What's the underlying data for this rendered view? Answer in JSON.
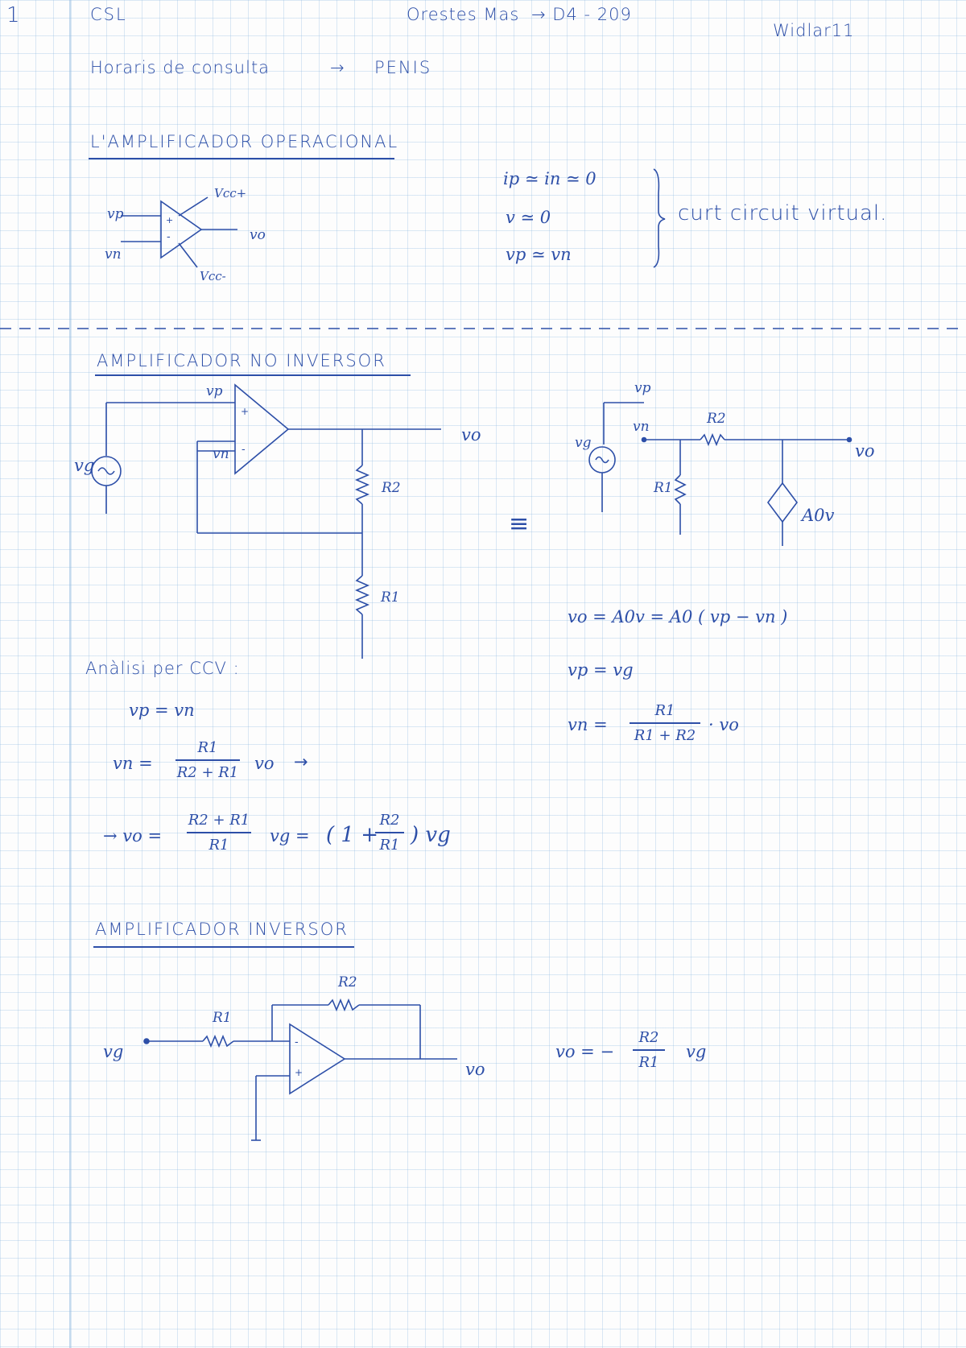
{
  "header": {
    "page_number": "1",
    "course": "CSL",
    "teacher": "Orestes Mas",
    "office": "→ D4 - 209",
    "author_mark": "Widlar11"
  },
  "consult": {
    "label": "Horaris de consulta",
    "arrow": "→",
    "value": "PENIS"
  },
  "section1": {
    "title": "L'AMPLIFICADOR OPERACIONAL",
    "diagram": {
      "vp": "vp",
      "vn": "vn",
      "vo": "vo",
      "vcc_plus": "Vcc+",
      "vcc_minus": "Vcc-",
      "plus": "+",
      "minus": "-"
    },
    "equations": [
      "ip ≃ in ≃ 0",
      "v ≃ 0",
      "vp ≃ vn"
    ],
    "brace_label": "curt circuit virtual."
  },
  "section2": {
    "title": "AMPLIFICADOR NO INVERSOR",
    "circuit": {
      "vg": "vg",
      "vp": "vp",
      "vn": "vn",
      "vo": "vo",
      "r2": "R2",
      "r1": "R1",
      "plus": "+",
      "minus": "-"
    },
    "equiv_sign": "≡",
    "model": {
      "vg": "vg",
      "vp": "vp",
      "vn": "vn",
      "vo": "vo",
      "r1": "R1",
      "r2": "R2",
      "source": "A0v"
    },
    "model_eq1": "vo = A0v = A0 ( vp − vn )",
    "model_eq2": "vp = vg",
    "model_eq3": {
      "lhs": "vn =",
      "num": "R1",
      "den": "R1 + R2",
      "rhs": "· vo"
    },
    "analysis_title": "Anàlisi per CCV :",
    "an_eq1": "vp = vn",
    "an_eq2": {
      "lhs": "vn =",
      "num": "R1",
      "den": "R2 + R1",
      "rhs": "vo",
      "arrow": "→"
    },
    "an_eq3": {
      "lhs": "→ vo =",
      "num": "R2 + R1",
      "den": "R1",
      "mid": "vg =",
      "paren_open": "( 1 +",
      "num2": "R2",
      "den2": "R1",
      "paren_close": ") vg"
    }
  },
  "section3": {
    "title": "AMPLIFICADOR INVERSOR",
    "circuit": {
      "vg": "vg",
      "vo": "vo",
      "r1": "R1",
      "r2": "R2",
      "plus": "+",
      "minus": "-"
    },
    "eq": {
      "lhs": "vo = −",
      "num": "R2",
      "den": "R1",
      "rhs": "vg"
    }
  }
}
